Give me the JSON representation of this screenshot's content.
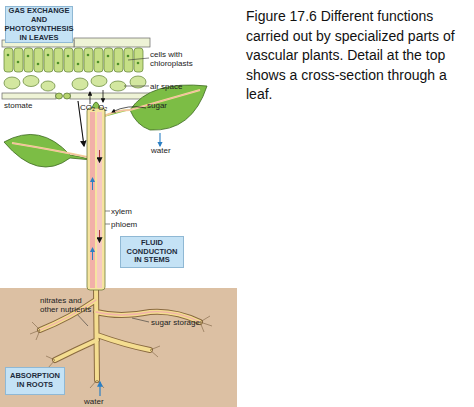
{
  "diagram": {
    "caption": "Figure 17.6 Different functions carried out by specialized parts of vascular plants. Detail at the top shows a cross-section through a leaf.",
    "nodes": [
      {
        "text": [
          "GAS EXCHANGE AND PHOTOSYNTHESIS IN LEAVES"
        ]
      },
      {
        "text": [
          "FLUID CONDUCTION IN STEMS"
        ]
      },
      {
        "text": [
          "ABSORPTION IN ROOTS"
        ]
      }
    ],
    "labels": [
      "cells with chloroplasts",
      "air space",
      "stomate",
      "CO₂",
      "O₂",
      "sugar",
      "water",
      "xylem",
      "phloem",
      "nitrates and other nutrients",
      "sugar storage",
      "water"
    ]
  }
}
